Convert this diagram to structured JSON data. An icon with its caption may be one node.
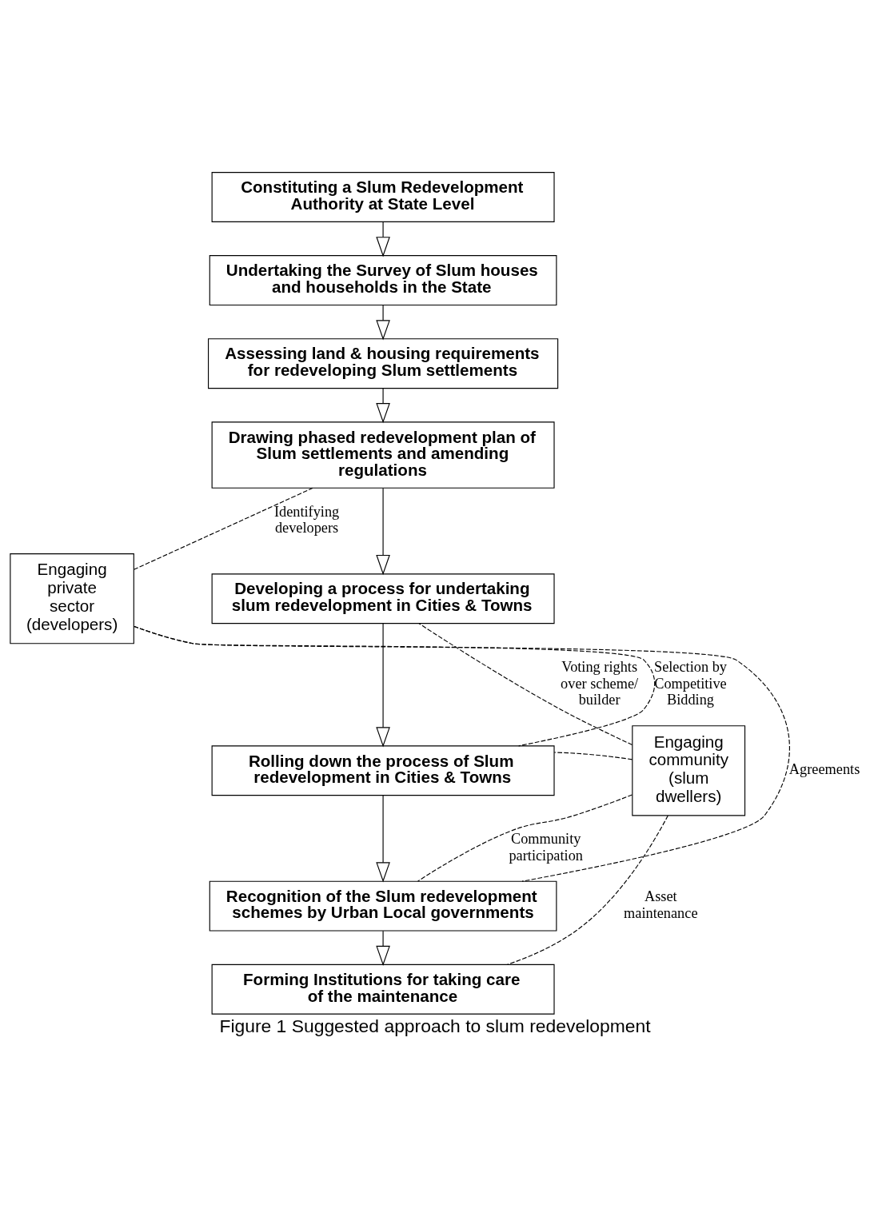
{
  "diagram": {
    "caption": "Figure 1 Suggested approach to slum redevelopment",
    "nodes": [
      {
        "text": [
          "Constituting a Slum Redevelopment Authority at State Level"
        ]
      },
      {
        "text": [
          "Undertaking the Survey of Slum houses and households in the State"
        ]
      },
      {
        "text": [
          "Assessing land & housing requirements for redeveloping Slum settlements"
        ]
      },
      {
        "text": [
          "Drawing phased redevelopment plan of Slum settlements and amending regulations"
        ]
      },
      {
        "text": [
          "Developing a process for undertaking slum redevelopment in Cities & Towns"
        ]
      },
      {
        "text": [
          "Rolling down the process of Slum redevelopment in Cities & Towns"
        ]
      },
      {
        "text": [
          "Recognition of the Slum redevelopment schemes by Urban Local governments"
        ]
      },
      {
        "text": [
          "Forming Institutions for taking care of the maintenance"
        ]
      },
      {
        "text": [
          "Engaging private sector (developers)"
        ]
      },
      {
        "text": [
          "Engaging community (slum dwellers)"
        ]
      }
    ],
    "edges": [
      {
        "from": 0,
        "to": 1,
        "arrow": "to"
      },
      {
        "from": 1,
        "to": 2,
        "arrow": "to"
      },
      {
        "from": 2,
        "to": 3,
        "arrow": "to"
      },
      {
        "from": 3,
        "to": 4,
        "arrow": "to"
      },
      {
        "from": 4,
        "to": 5,
        "arrow": "to"
      },
      {
        "from": 5,
        "to": 6,
        "arrow": "to"
      },
      {
        "from": 6,
        "to": 7,
        "arrow": "to"
      },
      {
        "from": 8,
        "to": 3,
        "arrow": "none",
        "style": "dashed",
        "label": "Identifying developers"
      },
      {
        "from": 8,
        "to": 5,
        "arrow": "none",
        "style": "dashed",
        "label": "Selection by Competitive Bidding"
      },
      {
        "from": 8,
        "to": 6,
        "arrow": "none",
        "style": "dashed",
        "label": "Agreements"
      },
      {
        "from": 9,
        "to": 4,
        "arrow": "none",
        "style": "dashed",
        "label": "Voting rights over scheme/ builder"
      },
      {
        "from": 9,
        "to": 5,
        "arrow": "none",
        "style": "dashed"
      },
      {
        "from": 9,
        "to": 6,
        "arrow": "none",
        "style": "dashed",
        "label": "Community participation"
      },
      {
        "from": 9,
        "to": 7,
        "arrow": "none",
        "style": "dashed",
        "label": "Asset maintenance"
      }
    ]
  }
}
